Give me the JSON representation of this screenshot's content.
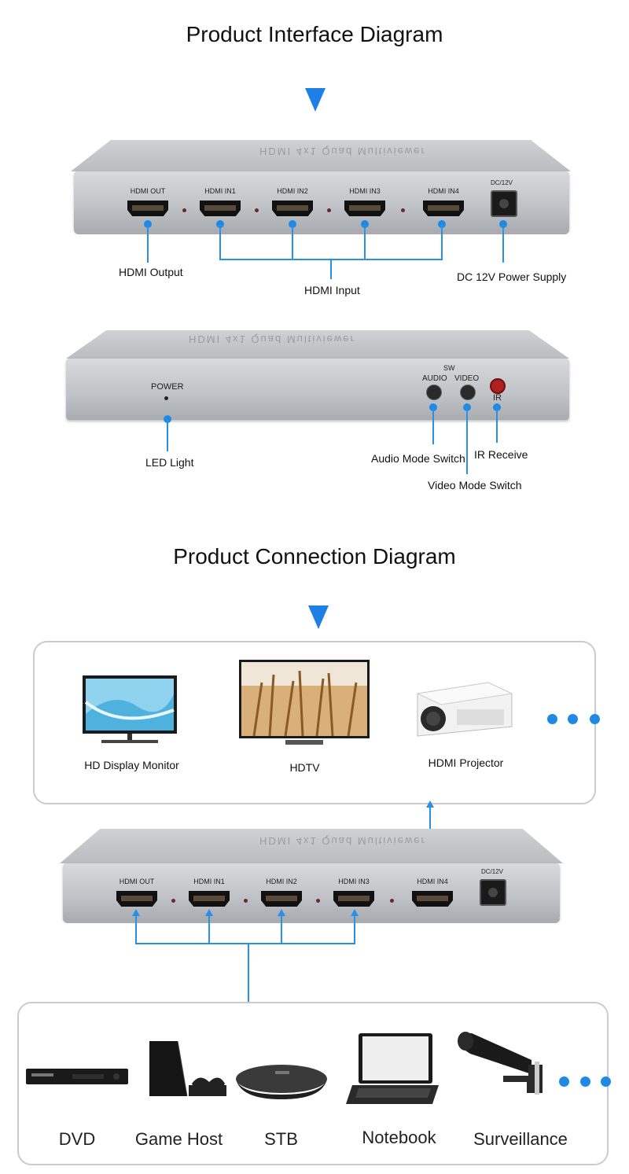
{
  "section1": {
    "title": "Product Interface Diagram"
  },
  "device_front": {
    "ports": [
      "HDMI OUT",
      "HDMI IN1",
      "HDMI IN2",
      "HDMI IN3",
      "HDMI IN4"
    ],
    "dc_label": "DC/12V",
    "callouts": {
      "hdmi_output": "HDMI Output",
      "hdmi_input": "HDMI Input",
      "dc_power": "DC 12V Power Supply"
    }
  },
  "device_back": {
    "power_label": "POWER",
    "sw_label": "SW",
    "audio_label": "AUDIO",
    "video_label": "VIDEO",
    "ir_label": "IR",
    "callouts": {
      "led_light": "LED Light",
      "audio_mode": "Audio Mode Switch",
      "ir_receive": "IR Receive",
      "video_mode": "Video Mode Switch"
    }
  },
  "section2": {
    "title": "Product Connection Diagram"
  },
  "outputs": {
    "items": [
      {
        "label": "HD Display Monitor",
        "icon": "monitor-icon"
      },
      {
        "label": "HDTV",
        "icon": "hdtv-icon"
      },
      {
        "label": "HDMI Projector",
        "icon": "projector-icon"
      }
    ]
  },
  "device_connect": {
    "ports": [
      "HDMI OUT",
      "HDMI IN1",
      "HDMI IN2",
      "HDMI IN3",
      "HDMI IN4"
    ],
    "dc_label": "DC/12V"
  },
  "sources": {
    "items": [
      {
        "label": "DVD",
        "icon": "dvd-player-icon"
      },
      {
        "label": "Game Host",
        "icon": "game-console-icon"
      },
      {
        "label": "STB",
        "icon": "set-top-box-icon"
      },
      {
        "label": "Notebook",
        "icon": "notebook-icon"
      },
      {
        "label": "Surveillance",
        "icon": "camera-icon"
      }
    ]
  },
  "colors": {
    "accent": "#1e8ae6"
  }
}
